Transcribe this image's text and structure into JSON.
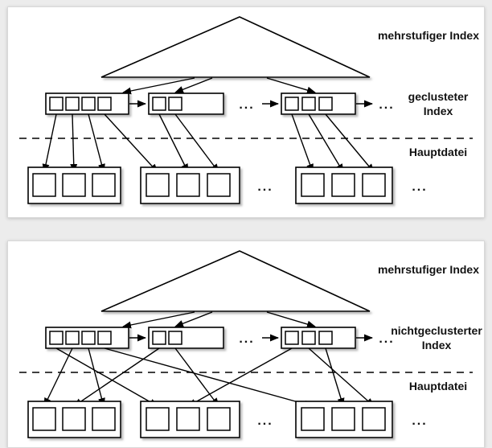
{
  "diagram": {
    "ellipsis": "...",
    "panels": {
      "clustered": {
        "root_label": "mehrstufiger Index",
        "index_label_line1": "geclusteter",
        "index_label_line2": "Index",
        "file_label": "Hauptdatei",
        "index_blocks_cells": [
          4,
          2,
          3
        ],
        "file_blocks_cells": [
          3,
          3,
          3
        ]
      },
      "nonclustered": {
        "root_label": "mehrstufiger Index",
        "index_label_line1": "nichtgeclusterter",
        "index_label_line2": "Index",
        "file_label": "Hauptdatei",
        "index_blocks_cells": [
          4,
          2,
          3
        ],
        "file_blocks_cells": [
          3,
          3,
          3
        ]
      }
    }
  }
}
